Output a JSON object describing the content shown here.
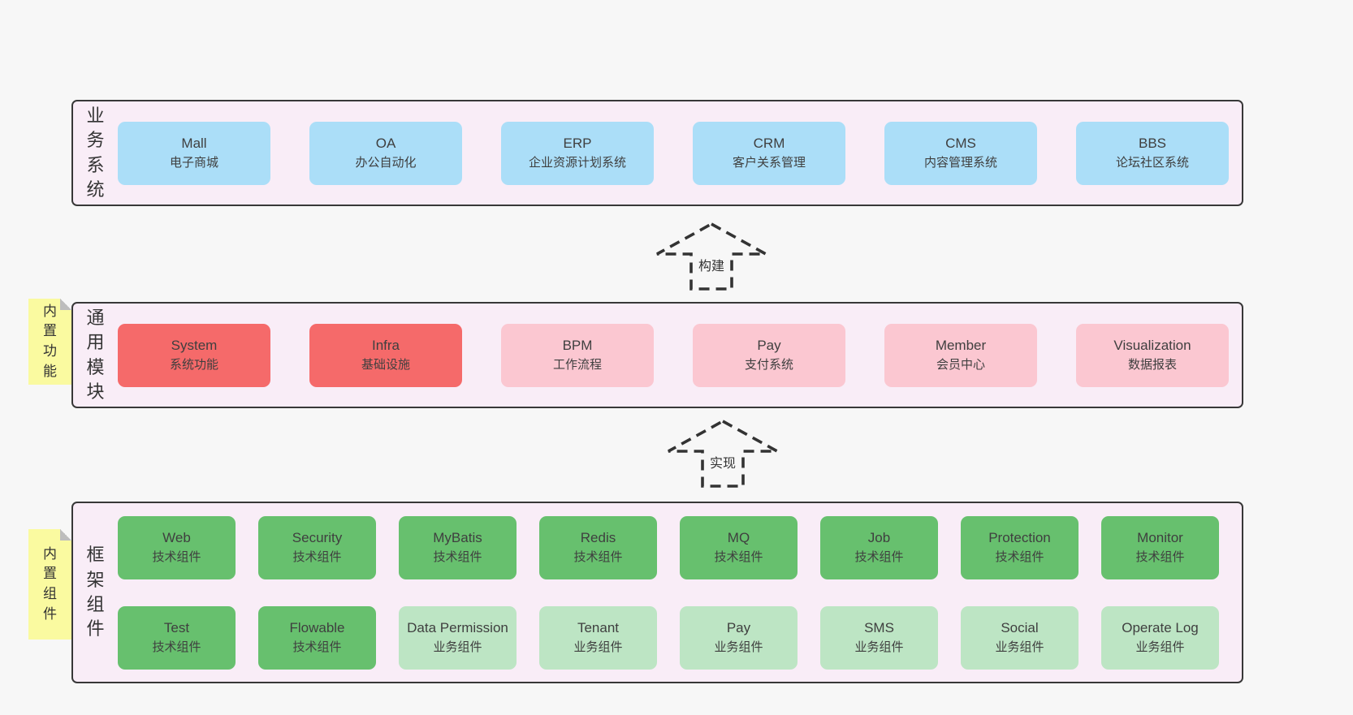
{
  "diagram": {
    "colors": {
      "page_bg": "#f7f7f7",
      "layer_bg": "#f9edf7",
      "border": "#383838",
      "blue": "#abdef8",
      "red": "#f56a6a",
      "pink": "#fbc7d1",
      "green": "#67c06e",
      "lightgreen": "#bde5c4",
      "note_yellow": "#fafaa0",
      "note_fold": "#bdbdbd",
      "arrow": "#333333"
    },
    "arrows": [
      {
        "label": "构建"
      },
      {
        "label": "实现"
      }
    ],
    "layers": [
      {
        "label": "业务系统",
        "boxes": [
          {
            "title": "Mall",
            "subtitle": "电子商城"
          },
          {
            "title": "OA",
            "subtitle": "办公自动化"
          },
          {
            "title": "ERP",
            "subtitle": "企业资源计划系统"
          },
          {
            "title": "CRM",
            "subtitle": "客户关系管理"
          },
          {
            "title": "CMS",
            "subtitle": "内容管理系统"
          },
          {
            "title": "BBS",
            "subtitle": "论坛社区系统"
          }
        ]
      },
      {
        "label": "通用模块",
        "note": "内置功能",
        "boxes": [
          {
            "title": "System",
            "subtitle": "系统功能"
          },
          {
            "title": "Infra",
            "subtitle": "基础设施"
          },
          {
            "title": "BPM",
            "subtitle": "工作流程"
          },
          {
            "title": "Pay",
            "subtitle": "支付系统"
          },
          {
            "title": "Member",
            "subtitle": "会员中心"
          },
          {
            "title": "Visualization",
            "subtitle": "数据报表"
          }
        ]
      },
      {
        "label": "框架组件",
        "note": "内置组件",
        "rows": [
          [
            {
              "title": "Web",
              "subtitle": "技术组件"
            },
            {
              "title": "Security",
              "subtitle": "技术组件"
            },
            {
              "title": "MyBatis",
              "subtitle": "技术组件"
            },
            {
              "title": "Redis",
              "subtitle": "技术组件"
            },
            {
              "title": "MQ",
              "subtitle": "技术组件"
            },
            {
              "title": "Job",
              "subtitle": "技术组件"
            },
            {
              "title": "Protection",
              "subtitle": "技术组件"
            },
            {
              "title": "Monitor",
              "subtitle": "技术组件"
            }
          ],
          [
            {
              "title": "Test",
              "subtitle": "技术组件"
            },
            {
              "title": "Flowable",
              "subtitle": "技术组件"
            },
            {
              "title": "Data Permission",
              "subtitle": "业务组件"
            },
            {
              "title": "Tenant",
              "subtitle": "业务组件"
            },
            {
              "title": "Pay",
              "subtitle": "业务组件"
            },
            {
              "title": "SMS",
              "subtitle": "业务组件"
            },
            {
              "title": "Social",
              "subtitle": "业务组件"
            },
            {
              "title": "Operate Log",
              "subtitle": "业务组件"
            }
          ]
        ]
      }
    ]
  }
}
